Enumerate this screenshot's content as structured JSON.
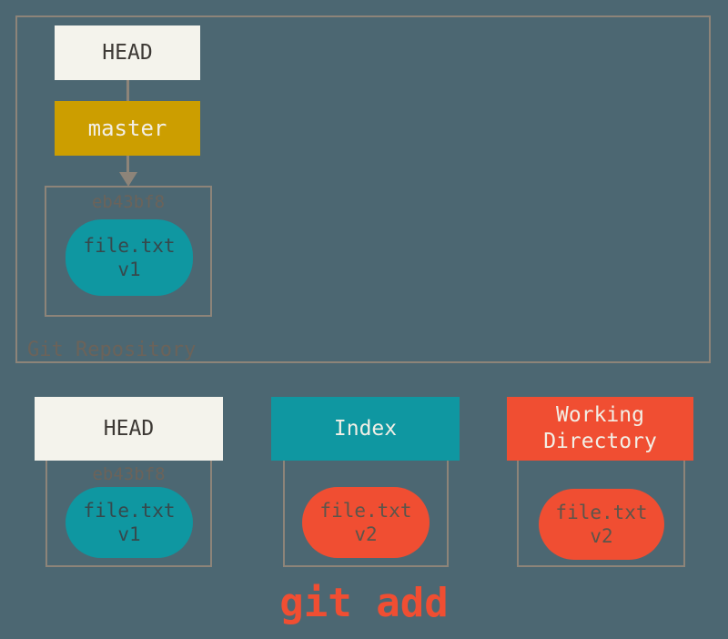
{
  "colors": {
    "background": "#4c6772",
    "line": "#8d8479",
    "cream": "#f4f3ec",
    "gold": "#cc9e00",
    "teal": "#0f97a1",
    "orange": "#f04e32",
    "dark-text": "#3d3935",
    "light-text": "#f2efe6",
    "id-text": "#6b635a",
    "teal-blob-text": "#36494d",
    "orange-blob-text": "#5c554b"
  },
  "repository": {
    "label": "Git Repository",
    "head_label": "HEAD",
    "branch_label": "master",
    "commit": {
      "id": "eb43bf8",
      "file_name": "file.txt",
      "file_version": "v1"
    }
  },
  "columns": {
    "head": {
      "title": "HEAD",
      "commit_id": "eb43bf8",
      "file_name": "file.txt",
      "file_version": "v1"
    },
    "index": {
      "title": "Index",
      "file_name": "file.txt",
      "file_version": "v2"
    },
    "working": {
      "title": "Working Directory",
      "file_name": "file.txt",
      "file_version": "v2"
    }
  },
  "command": {
    "label": "git add"
  }
}
